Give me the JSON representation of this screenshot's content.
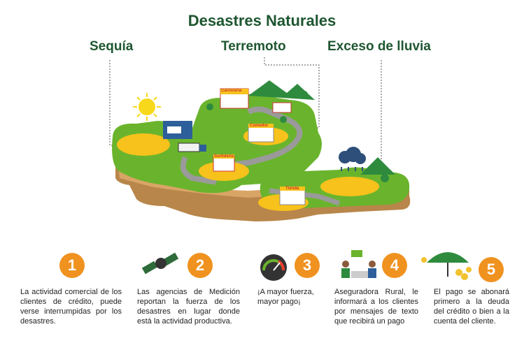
{
  "title": "Desastres Naturales",
  "disasters": [
    {
      "label": "Sequía"
    },
    {
      "label": "Terremoto"
    },
    {
      "label": "Exceso de lluvia"
    }
  ],
  "map_signs": {
    "carniceria": "Carnicería",
    "comedor": "Comedor",
    "tienda": "Tienda",
    "surtiderito": "Surtidería"
  },
  "steps": [
    {
      "number": "1",
      "text": "La actividad comercial de los clientes de crédito, puede verse interrumpidas por los desastres."
    },
    {
      "number": "2",
      "text": "Las agencias de Medición reportan la fuerza de los desastres en lugar donde está la actividad productiva."
    },
    {
      "number": "3",
      "text": "¡A mayor fuerza, mayor pago¡"
    },
    {
      "number": "4",
      "text": "Aseguradora Rural, le informará a los clientes por mensajes de texto que recibirá un pago"
    },
    {
      "number": "5",
      "text": "El pago se abonará primero a la deuda del crédito o bien a la cuenta del cliente."
    }
  ],
  "colors": {
    "title": "#1e5631",
    "accent": "#f0921f",
    "grass": "#6ab42d",
    "soil": "#b8864a"
  }
}
